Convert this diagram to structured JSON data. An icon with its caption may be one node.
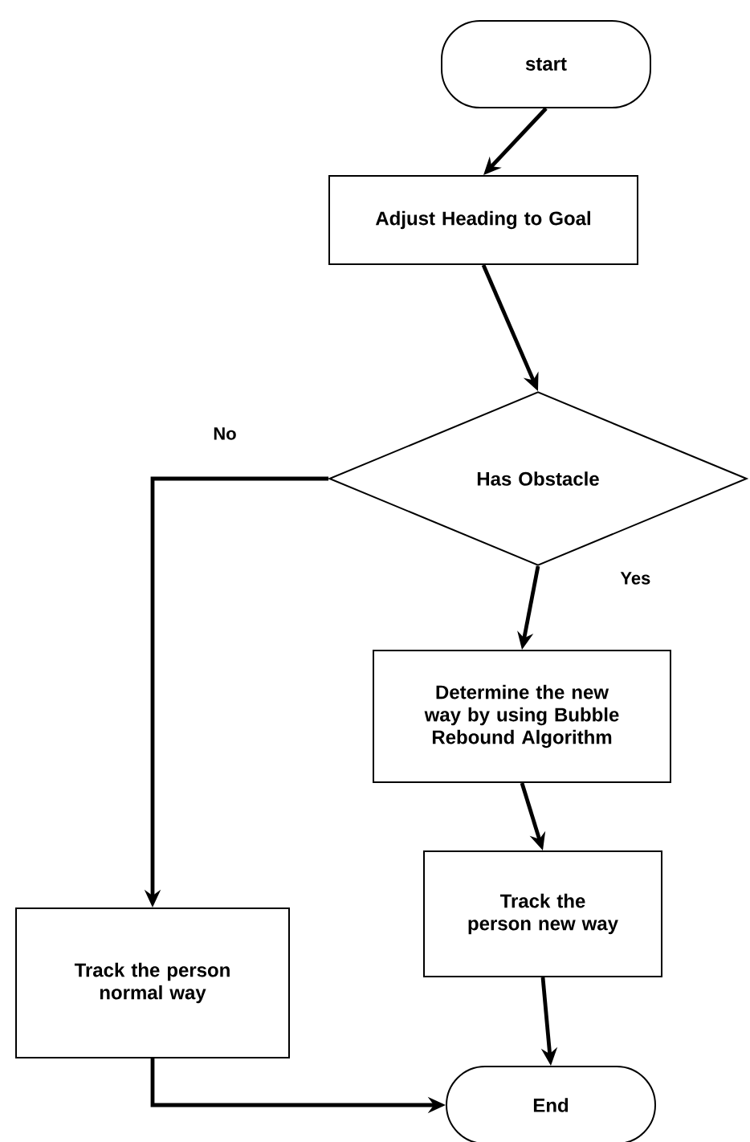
{
  "diagram": {
    "nodes": [
      {
        "text": [
          "start"
        ]
      },
      {
        "text": [
          "Adjust Heading to Goal"
        ]
      },
      {
        "text": [
          "Has Obstacle"
        ]
      },
      {
        "text": [
          "Determine the new way by using Bubble Rebound Algorithm"
        ]
      },
      {
        "text": [
          "Track the person normal way"
        ]
      },
      {
        "text": [
          "Track the person new way"
        ]
      },
      {
        "text": [
          "End"
        ]
      }
    ],
    "edges": [
      {
        "from": 0,
        "to": 1,
        "arrow": "to"
      },
      {
        "from": 1,
        "to": 2,
        "arrow": "to"
      },
      {
        "from": 2,
        "to": 3,
        "arrow": "to",
        "label": "Yes"
      },
      {
        "from": 2,
        "to": 4,
        "arrow": "to",
        "label": "No"
      },
      {
        "from": 3,
        "to": 5,
        "arrow": "to"
      },
      {
        "from": 5,
        "to": 6,
        "arrow": "to"
      },
      {
        "from": 4,
        "to": 6,
        "arrow": "to"
      }
    ]
  }
}
